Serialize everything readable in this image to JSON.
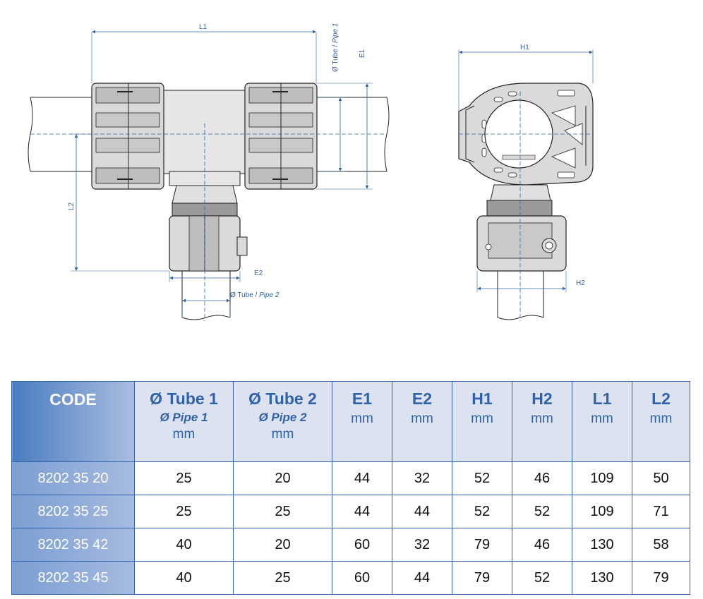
{
  "drawing": {
    "labels": {
      "L1": "L1",
      "L2": "L2",
      "E1": "E1",
      "E2": "E2",
      "H1": "H1",
      "H2": "H2",
      "pipe1_prefix": "Ø Tube / ",
      "pipe1_italic": "Pipe 1",
      "pipe2_prefix": "Ø Tube / ",
      "pipe2_italic": "Pipe 2"
    },
    "colors": {
      "dimension": "#2f62a8",
      "outline": "#222222",
      "body": "#dcdcdc"
    }
  },
  "table": {
    "headers": [
      {
        "main": "CODE"
      },
      {
        "main": "Ø Tube 1",
        "sub": "Ø Pipe 1",
        "unit": "mm"
      },
      {
        "main": "Ø Tube 2",
        "sub": "Ø Pipe 2",
        "unit": "mm"
      },
      {
        "main": "E1",
        "unit": "mm"
      },
      {
        "main": "E2",
        "unit": "mm"
      },
      {
        "main": "H1",
        "unit": "mm"
      },
      {
        "main": "H2",
        "unit": "mm"
      },
      {
        "main": "L1",
        "unit": "mm"
      },
      {
        "main": "L2",
        "unit": "mm"
      }
    ],
    "rows": [
      [
        "8202 35 20",
        "25",
        "20",
        "44",
        "32",
        "52",
        "46",
        "109",
        "50"
      ],
      [
        "8202 35 25",
        "25",
        "25",
        "44",
        "44",
        "52",
        "52",
        "109",
        "71"
      ],
      [
        "8202 35 42",
        "40",
        "20",
        "60",
        "32",
        "79",
        "46",
        "130",
        "58"
      ],
      [
        "8202 35 45",
        "40",
        "25",
        "60",
        "44",
        "79",
        "52",
        "130",
        "79"
      ]
    ],
    "colors": {
      "header_bg": "#dde2f1",
      "header_text": "#2f62a8",
      "code_bg": "#7c9ed2",
      "border": "#2f62a8"
    }
  }
}
